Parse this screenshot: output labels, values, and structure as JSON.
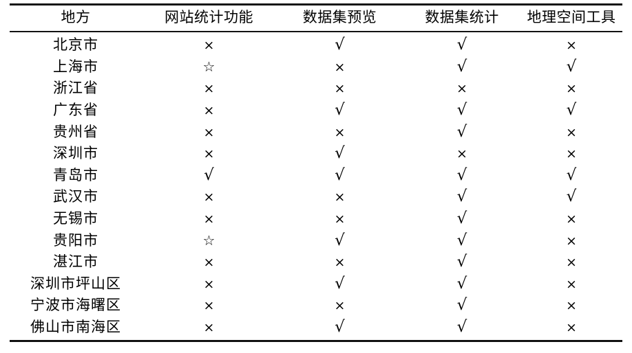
{
  "table": {
    "columns": [
      {
        "key": "place",
        "label": "地方"
      },
      {
        "key": "webstat",
        "label": "网站统计功能"
      },
      {
        "key": "preview",
        "label": "数据集预览"
      },
      {
        "key": "dsstat",
        "label": "数据集统计"
      },
      {
        "key": "geotool",
        "label": "地理空间工具"
      }
    ],
    "symbols": {
      "cross": "×",
      "check": "√",
      "star": "☆"
    },
    "rows": [
      {
        "place": "北京市",
        "webstat": "×",
        "preview": "√",
        "dsstat": "√",
        "geotool": "×"
      },
      {
        "place": "上海市",
        "webstat": "☆",
        "preview": "×",
        "dsstat": "√",
        "geotool": "√"
      },
      {
        "place": "浙江省",
        "webstat": "×",
        "preview": "×",
        "dsstat": "×",
        "geotool": "×"
      },
      {
        "place": "广东省",
        "webstat": "×",
        "preview": "√",
        "dsstat": "√",
        "geotool": "√"
      },
      {
        "place": "贵州省",
        "webstat": "×",
        "preview": "×",
        "dsstat": "√",
        "geotool": "×"
      },
      {
        "place": "深圳市",
        "webstat": "×",
        "preview": "√",
        "dsstat": "×",
        "geotool": "×"
      },
      {
        "place": "青岛市",
        "webstat": "√",
        "preview": "√",
        "dsstat": "√",
        "geotool": "√"
      },
      {
        "place": "武汉市",
        "webstat": "×",
        "preview": "×",
        "dsstat": "√",
        "geotool": "√"
      },
      {
        "place": "无锡市",
        "webstat": "×",
        "preview": "×",
        "dsstat": "√",
        "geotool": "×"
      },
      {
        "place": "贵阳市",
        "webstat": "☆",
        "preview": "√",
        "dsstat": "√",
        "geotool": "×"
      },
      {
        "place": "湛江市",
        "webstat": "×",
        "preview": "×",
        "dsstat": "√",
        "geotool": "×"
      },
      {
        "place": "深圳市坪山区",
        "webstat": "×",
        "preview": "√",
        "dsstat": "√",
        "geotool": "×"
      },
      {
        "place": "宁波市海曙区",
        "webstat": "×",
        "preview": "×",
        "dsstat": "√",
        "geotool": "×"
      },
      {
        "place": "佛山市南海区",
        "webstat": "×",
        "preview": "√",
        "dsstat": "√",
        "geotool": "×"
      }
    ]
  },
  "style": {
    "rule_color": "#111111",
    "text_color": "#000000",
    "background": "#ffffff"
  }
}
